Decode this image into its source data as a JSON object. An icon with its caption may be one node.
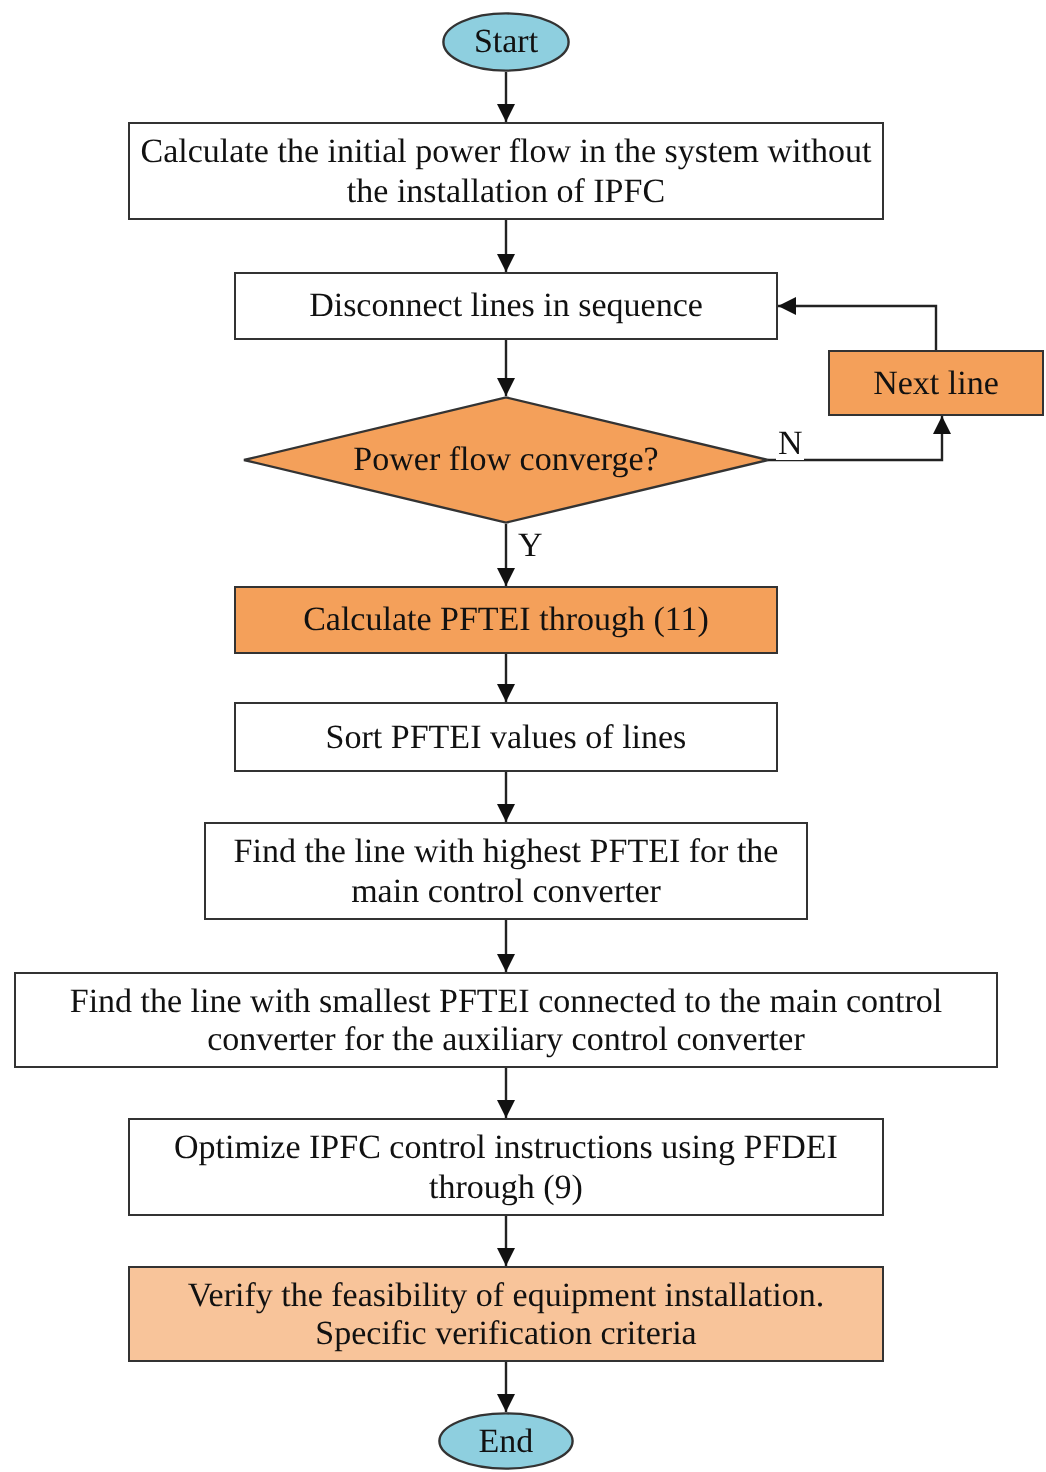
{
  "diagram": {
    "nodes": [
      {
        "text": [
          "Start"
        ]
      },
      {
        "text": [
          "Calculate the initial power flow in the system without the installation of IPFC"
        ]
      },
      {
        "text": [
          "Disconnect lines in sequence"
        ]
      },
      {
        "text": [
          "Power flow converge?"
        ]
      },
      {
        "text": [
          "Next line"
        ]
      },
      {
        "text": [
          "Calculate PFTEI through (11)"
        ]
      },
      {
        "text": [
          "Sort PFTEI values of lines"
        ]
      },
      {
        "text": [
          "Find the line with highest PFTEI for the main control converter"
        ]
      },
      {
        "text": [
          "Find the line with smallest PFTEI connected to the main control converter for the auxiliary control converter"
        ]
      },
      {
        "text": [
          "Optimize IPFC control instructions using PFDEI through (9)"
        ]
      },
      {
        "text": [
          "Verify the feasibility of equipment installation. Specific verification criteria"
        ]
      },
      {
        "text": [
          "End"
        ]
      }
    ],
    "edges": [
      {
        "from": 0,
        "to": 1,
        "arrow": "to"
      },
      {
        "from": 1,
        "to": 2,
        "arrow": "to"
      },
      {
        "from": 2,
        "to": 3,
        "arrow": "to"
      },
      {
        "from": 3,
        "to": 4,
        "arrow": "to",
        "label": "N"
      },
      {
        "from": 4,
        "to": 2,
        "arrow": "to"
      },
      {
        "from": 3,
        "to": 5,
        "arrow": "to",
        "label": "Y"
      },
      {
        "from": 5,
        "to": 6,
        "arrow": "to"
      },
      {
        "from": 6,
        "to": 7,
        "arrow": "to"
      },
      {
        "from": 7,
        "to": 8,
        "arrow": "to"
      },
      {
        "from": 8,
        "to": 9,
        "arrow": "to"
      },
      {
        "from": 9,
        "to": 10,
        "arrow": "to"
      },
      {
        "from": 10,
        "to": 11,
        "arrow": "to"
      }
    ]
  }
}
